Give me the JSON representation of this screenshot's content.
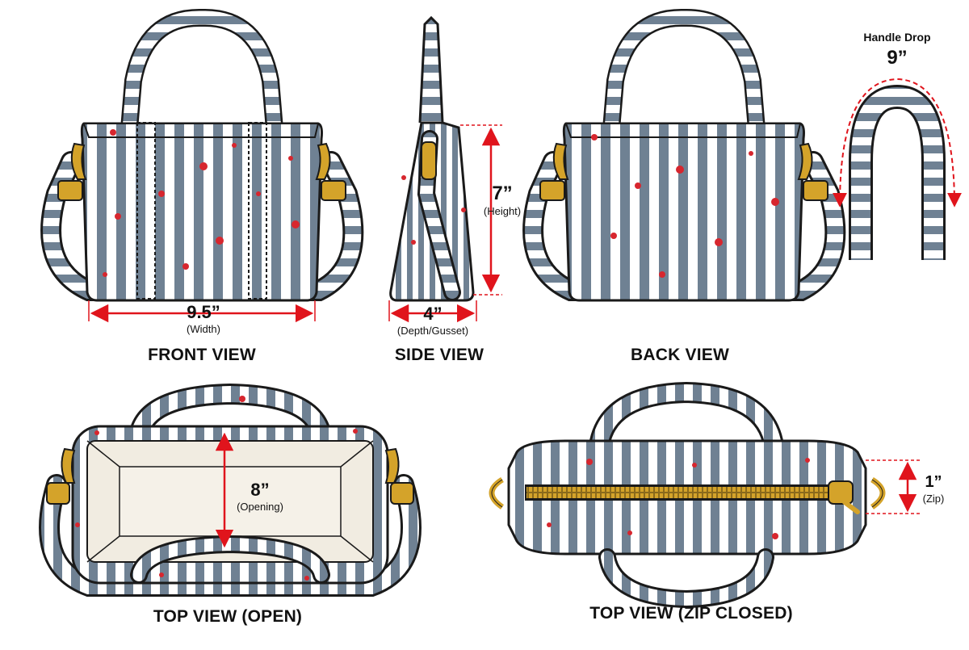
{
  "colors": {
    "stripe_dark": "#6f8193",
    "stripe_light": "#ffffff",
    "outline": "#1a1a1a",
    "speckle": "#d7262e",
    "dimension_line": "#e0141c",
    "hardware_gold": "#d4a32a",
    "lining": "#f1ece1"
  },
  "icons": [
    "bag-front-icon",
    "bag-side-icon",
    "bag-back-icon",
    "handle-icon",
    "bag-top-open-icon",
    "bag-top-closed-icon",
    "zipper-icon",
    "swivel-clasp-icon",
    "d-ring-icon"
  ],
  "views": {
    "front": {
      "title": "FRONT VIEW"
    },
    "side": {
      "title": "SIDE VIEW"
    },
    "back": {
      "title": "BACK VIEW"
    },
    "top_open": {
      "title": "TOP VIEW (OPEN)"
    },
    "top_closed": {
      "title": "TOP VIEW (ZIP CLOSED)"
    }
  },
  "dimensions": {
    "width": {
      "value": "9.5”",
      "label": "(Width)"
    },
    "depth": {
      "value": "4”",
      "label": "(Depth/Gusset)"
    },
    "height": {
      "value": "7”",
      "label": "(Height)"
    },
    "handle_drop": {
      "value": "9”",
      "label": "Handle Drop"
    },
    "opening": {
      "value": "8”",
      "label": "(Opening)"
    },
    "zip": {
      "value": "1”",
      "label": "(Zip)"
    }
  }
}
